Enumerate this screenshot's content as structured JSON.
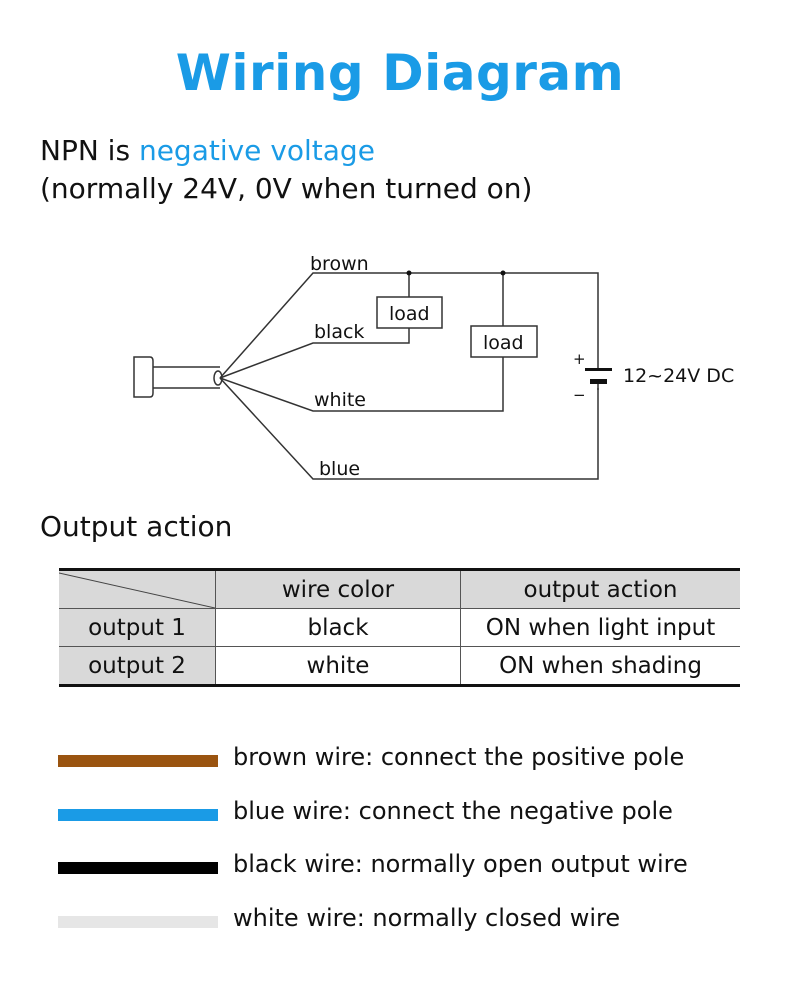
{
  "title": "Wiring Diagram",
  "intro": {
    "prefix": "NPN is ",
    "highlight": "negative voltage",
    "line2": "(normally 24V, 0V when turned on)"
  },
  "diagram": {
    "wires": [
      "brown",
      "black",
      "white",
      "blue"
    ],
    "loads": [
      "load",
      "load"
    ],
    "power": {
      "plus": "+",
      "minus": "−",
      "label": "12~24V DC"
    }
  },
  "output_section": {
    "heading": "Output action",
    "columns": [
      "wire color",
      "output action"
    ],
    "rows": [
      {
        "name": "output 1",
        "wire": "black",
        "action": "ON when light input"
      },
      {
        "name": "output 2",
        "wire": "white",
        "action": "ON when shading"
      }
    ]
  },
  "legend": [
    {
      "color": "#9a5410",
      "text": "brown wire: connect the positive pole"
    },
    {
      "color": "#1a9be6",
      "text": "blue wire: connect the negative pole"
    },
    {
      "color": "#000000",
      "text": "black wire: normally open output wire"
    },
    {
      "color": "#e6e6e6",
      "text": "white wire: normally closed wire"
    }
  ],
  "colors": {
    "accent": "#1a9be6",
    "table_header": "#d9d9d9"
  }
}
